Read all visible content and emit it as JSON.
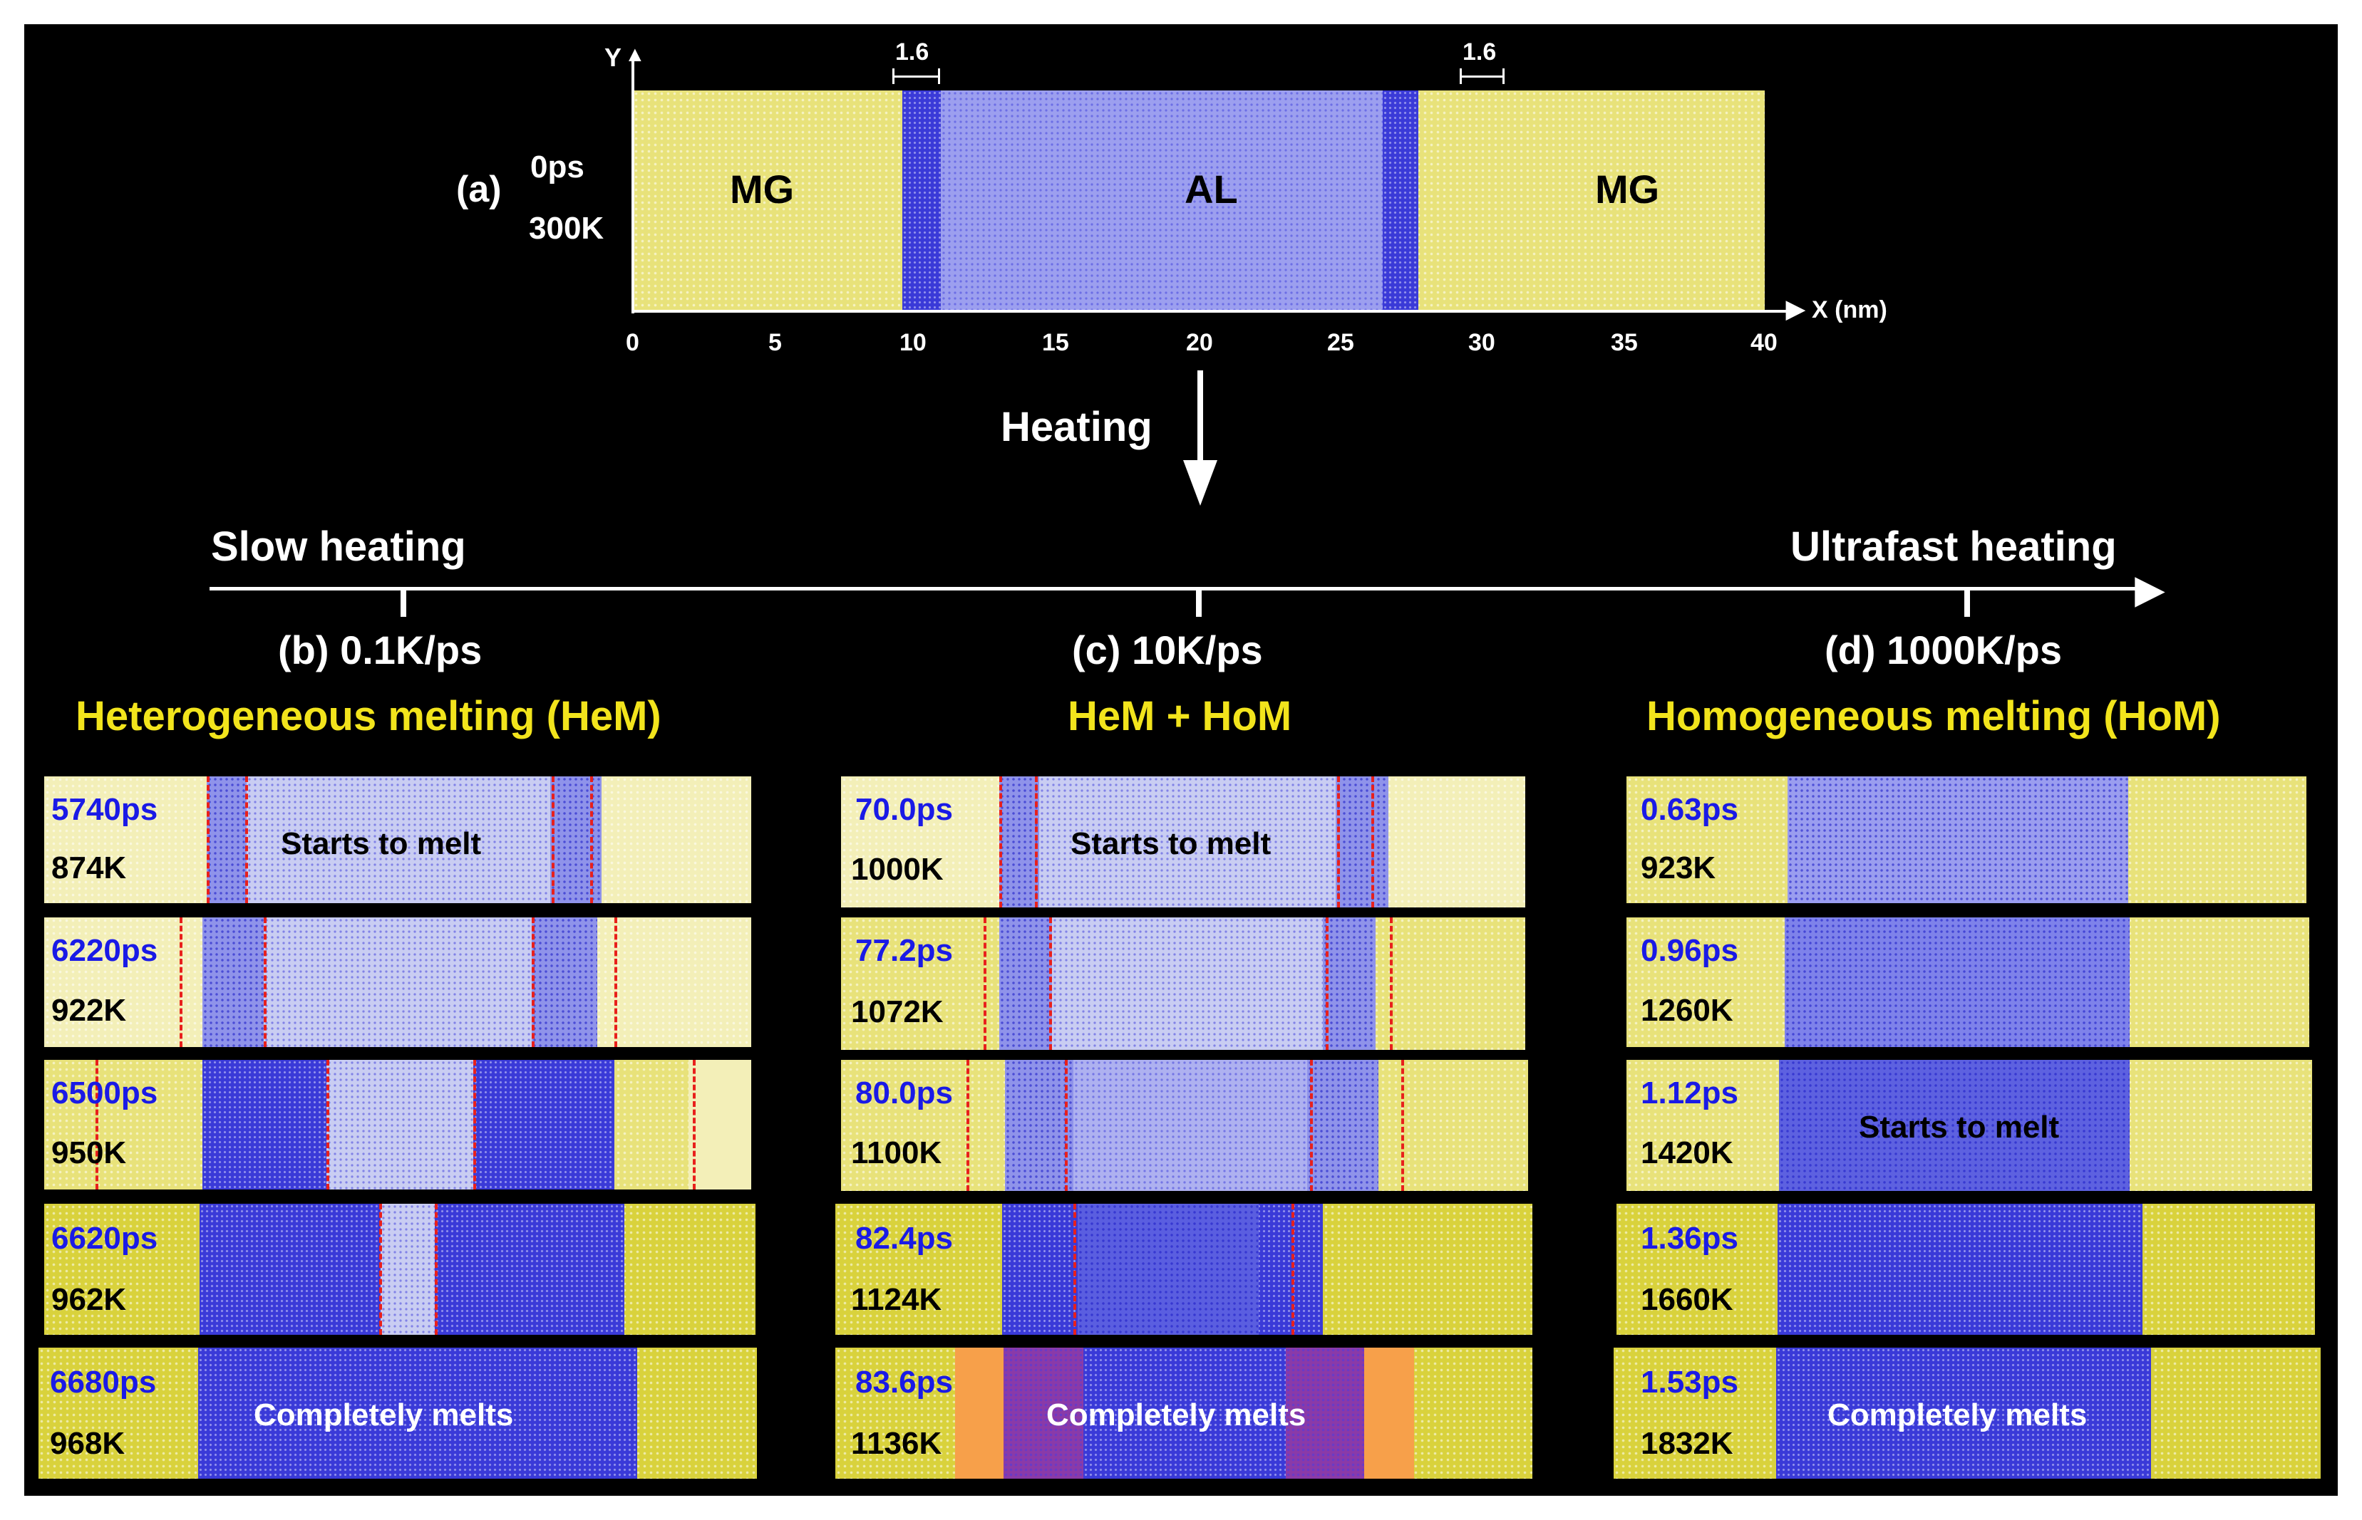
{
  "top": {
    "panel_label": "(a)",
    "time": "0ps",
    "temp": "300K",
    "y_axis": "Y",
    "x_axis": "X (nm)",
    "regions": [
      "MG",
      "AL",
      "MG"
    ],
    "interface_width_left": "1.6",
    "interface_width_right": "1.6",
    "x_ticks": [
      "0",
      "5",
      "10",
      "15",
      "20",
      "25",
      "30",
      "35",
      "40"
    ]
  },
  "heating_label": "Heating",
  "rate_axis": {
    "left": "Slow heating",
    "right": "Ultrafast heating"
  },
  "columns": [
    {
      "rate": "(b) 0.1K/ps",
      "mode": "Heterogeneous melting (HeM)",
      "rows": [
        {
          "time": "5740ps",
          "temp": "874K",
          "note": "Starts to melt"
        },
        {
          "time": "6220ps",
          "temp": "922K",
          "note": ""
        },
        {
          "time": "6500ps",
          "temp": "950K",
          "note": ""
        },
        {
          "time": "6620ps",
          "temp": "962K",
          "note": ""
        },
        {
          "time": "6680ps",
          "temp": "968K",
          "note": "Completely melts"
        }
      ]
    },
    {
      "rate": "(c) 10K/ps",
      "mode": "HeM + HoM",
      "rows": [
        {
          "time": "70.0ps",
          "temp": "1000K",
          "note": "Starts to melt"
        },
        {
          "time": "77.2ps",
          "temp": "1072K",
          "note": ""
        },
        {
          "time": "80.0ps",
          "temp": "1100K",
          "note": ""
        },
        {
          "time": "82.4ps",
          "temp": "1124K",
          "note": ""
        },
        {
          "time": "83.6ps",
          "temp": "1136K",
          "note": "Completely melts"
        }
      ]
    },
    {
      "rate": "(d) 1000K/ps",
      "mode": "Homogeneous melting (HoM)",
      "rows": [
        {
          "time": "0.63ps",
          "temp": "923K",
          "note": ""
        },
        {
          "time": "0.96ps",
          "temp": "1260K",
          "note": ""
        },
        {
          "time": "1.12ps",
          "temp": "1420K",
          "note": "Starts to melt"
        },
        {
          "time": "1.36ps",
          "temp": "1660K",
          "note": ""
        },
        {
          "time": "1.53ps",
          "temp": "1832K",
          "note": "Completely melts"
        }
      ]
    }
  ],
  "colors": {
    "mg_atoms": "#e8e27a",
    "al_atoms": "#3a3ad8",
    "mode_text": "#f2e41c",
    "time_text": "#1a1ae6",
    "interface_line": "#e8201c"
  }
}
